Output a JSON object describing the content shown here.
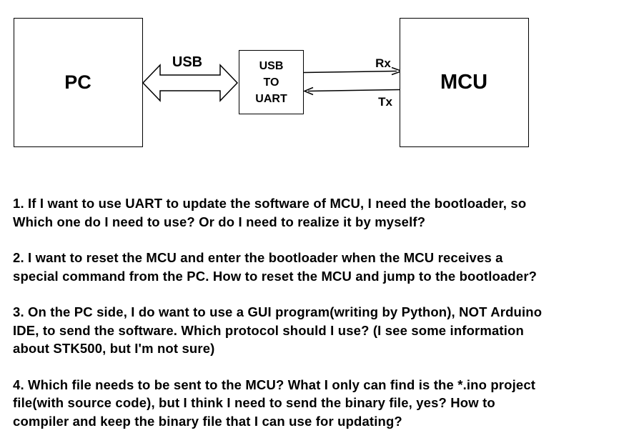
{
  "diagram": {
    "pc_label": "PC",
    "usb_label": "USB",
    "converter_lines": [
      "USB",
      "TO",
      "UART"
    ],
    "rx_label": "Rx",
    "tx_label": "Tx",
    "mcu_label": "MCU",
    "stroke_color": "#000000",
    "fill_color": "#ffffff"
  },
  "questions": [
    {
      "lines": [
        "1. If I want to use UART to update the software of MCU, I need the bootloader, so",
        "Which one do I need to use? Or do I need to realize it by myself?"
      ]
    },
    {
      "lines": [
        "2. I want to reset the MCU and enter the bootloader when the MCU receives a",
        "special command from the PC. How to reset the MCU and jump to the bootloader?"
      ]
    },
    {
      "lines": [
        "3. On the PC side, I do want to use a GUI program(writing by Python), NOT Arduino",
        "IDE, to send the software. Which protocol should I use? (I see some information",
        "about STK500, but I'm not sure)"
      ]
    },
    {
      "lines": [
        "4. Which file needs to be sent to the MCU? What I only can find is the *.ino project",
        "file(with source code), but I think I need to send the binary file, yes? How to",
        "compiler and keep the binary file that I can use for updating?"
      ]
    }
  ]
}
